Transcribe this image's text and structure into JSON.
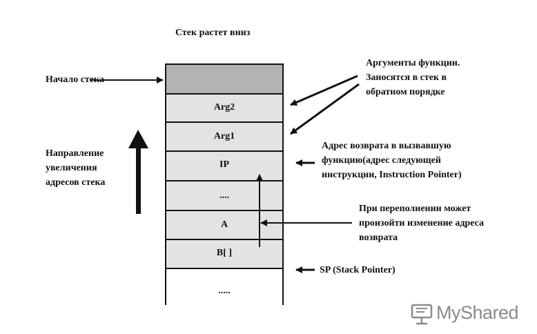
{
  "title": "Стек растет вниз",
  "stack_start_label": "Начало стека",
  "direction_label": [
    "Направление",
    "увеличения",
    "адресов стека"
  ],
  "cells": [
    "Arg2",
    "Arg1",
    "IP",
    "....",
    "A",
    "B[ ]",
    "....."
  ],
  "args_note": [
    "Аргументы функции.",
    "Заносятся в стек в",
    "обратном порядке"
  ],
  "return_note": [
    "Адрес возврата в вызвавшую",
    "функцию(адрес следующей",
    "инструкции, Instruction Pointer)"
  ],
  "overflow_note": [
    "При переполнении может",
    "произойти изменение адреса",
    "возврата"
  ],
  "sp_label": "SP (Stack Pointer)",
  "watermark": "MyShared",
  "colors": {
    "top_cell": "#b3b3b3",
    "cell": "#e3e3e3",
    "border": "#111111",
    "watermark": "#8a8a8a"
  }
}
